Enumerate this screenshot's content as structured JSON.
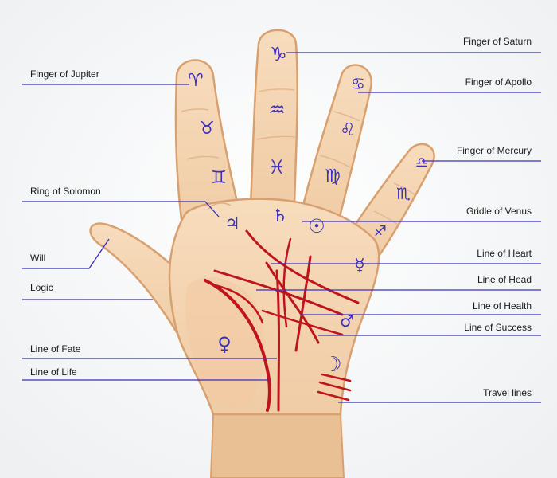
{
  "colors": {
    "background": "#ffffff",
    "skin": "#f5d7b5",
    "skin_outline": "#d9a06f",
    "palm_lines": "#c0141c",
    "leader_lines": "#3a2ec0",
    "symbols": "#3a2ec0"
  },
  "labels_left": [
    {
      "id": "jupiter",
      "text": "Finger of Jupiter"
    },
    {
      "id": "solomon",
      "text": "Ring of Solomon"
    },
    {
      "id": "will",
      "text": "Will"
    },
    {
      "id": "logic",
      "text": "Logic"
    },
    {
      "id": "fate",
      "text": "Line of Fate"
    },
    {
      "id": "life",
      "text": "Line of Life"
    }
  ],
  "labels_right": [
    {
      "id": "saturn",
      "text": "Finger of Saturn"
    },
    {
      "id": "apollo",
      "text": "Finger of Apollo"
    },
    {
      "id": "mercury",
      "text": "Finger of Mercury"
    },
    {
      "id": "venus_girdle",
      "text": "Gridle of Venus"
    },
    {
      "id": "heart",
      "text": "Line of Heart"
    },
    {
      "id": "head",
      "text": "Line of Head"
    },
    {
      "id": "health",
      "text": "Line of Health"
    },
    {
      "id": "success",
      "text": "Line of Success"
    },
    {
      "id": "travel",
      "text": "Travel lines"
    }
  ],
  "symbols": [
    {
      "id": "capricorn",
      "glyph": "♑"
    },
    {
      "id": "aquarius",
      "glyph": "♒"
    },
    {
      "id": "pisces",
      "glyph": "♓"
    },
    {
      "id": "aries",
      "glyph": "♈"
    },
    {
      "id": "taurus",
      "glyph": "♉"
    },
    {
      "id": "gemini",
      "glyph": "♊"
    },
    {
      "id": "cancer",
      "glyph": "♋"
    },
    {
      "id": "leo",
      "glyph": "♌"
    },
    {
      "id": "virgo",
      "glyph": "♍"
    },
    {
      "id": "libra",
      "glyph": "♎"
    },
    {
      "id": "scorpio",
      "glyph": "♏"
    },
    {
      "id": "sagittarius",
      "glyph": "♐"
    },
    {
      "id": "jupiter_planet",
      "glyph": "♃"
    },
    {
      "id": "saturn_planet",
      "glyph": "♄"
    },
    {
      "id": "sun",
      "glyph": "☉"
    },
    {
      "id": "mercury_planet",
      "glyph": "☿"
    },
    {
      "id": "mars",
      "glyph": "♂"
    },
    {
      "id": "venus_planet",
      "glyph": "♀"
    },
    {
      "id": "moon",
      "glyph": "☽"
    }
  ]
}
